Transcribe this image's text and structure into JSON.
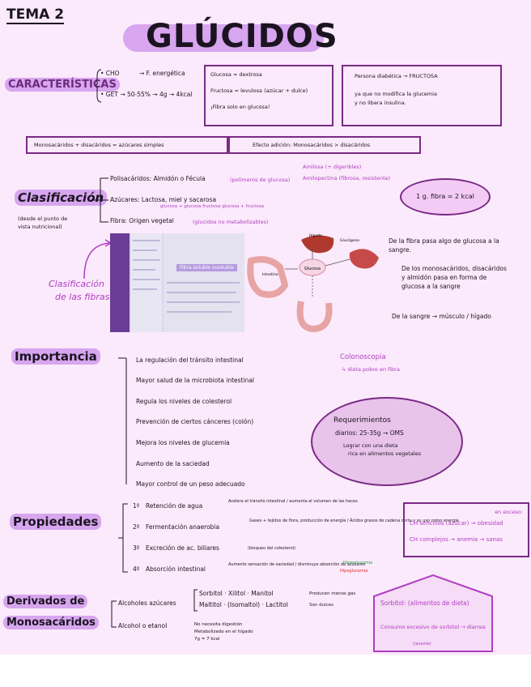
{
  "header": {
    "tema": "TEMA 2",
    "title": "GLÚCIDOS"
  },
  "caracteristicas": {
    "label": "CARACTERÍSTICAS",
    "line1": "• CHO",
    "line1b": "→ F. energética",
    "line2": "• GET → 50-55% → 4g → 4kcal",
    "box1": [
      "Glucosa = dextrosa",
      "Fructosa = levulosa (azúcar + dulce)",
      "¡Fibra solo en glucosa!"
    ],
    "box2": [
      "Persona diabética → FRUCTOSA",
      "ya que no modifica la glucemia",
      "y no libera insulina."
    ]
  },
  "mono_box": "Monosacáridos + disacáridos = azúcares simples",
  "ejecto_box": "Efecto adición: Monosacáridos > disacáridos",
  "clasificacion": {
    "label": "Clasificación",
    "sub": [
      "(desde el punto de",
      "vista nutricional)"
    ],
    "items": [
      {
        "text": "Polisacáridos: Almidón o Fécula",
        "note": "(polímeros de glucosa)"
      },
      {
        "text": "Azúcares: Lactosa, miel y sacarosa",
        "note": "glucosa + glucosa   fructosa   glucosa + fructosa"
      },
      {
        "text": "Fibra: Origen vegetal",
        "note": "(glucidos no metabolizables)"
      }
    ],
    "amilo1": "Amilosa (+ digeribles)",
    "amilo2": "Amilopectina (fibrosa, resistente)",
    "circle": "1 g. fibra = 2 kcal",
    "fibras": [
      "Clasificación",
      "de las fibras"
    ],
    "table_title": "Fibra soluble insoluble",
    "diagram": {
      "liver": "Hígado",
      "glucose": "Glucosa",
      "glycogen": "Glucógeno",
      "intestine": "Intestino"
    },
    "arrows": [
      "De la fibra pasa algo de glucosa a la sangre.",
      "De los monosacáridos, disacáridos y almidón pasa en forma de glucosa a la sangre",
      "De la sangre → músculo / hígado"
    ]
  },
  "importancia": {
    "label": "Importancia",
    "items": [
      "La regulación del tránsito intestinal",
      "Mayor salud de la microbiota intestinal",
      "Regula los niveles de colesterol",
      "Prevención de ciertos cánceres (colón)",
      "Mejora los niveles de glucemia",
      "Aumento de la saciedad",
      "Mayor control de un peso adecuado"
    ],
    "colono": [
      "Colonoscopia",
      "↳ dieta pobre en fibra"
    ],
    "req": [
      "Requerimientos",
      "diarios: 25-35g → OMS",
      "Lograr con una dieta",
      "rica en alimentos vegetales"
    ]
  },
  "propiedades": {
    "label": "Propiedades",
    "items": [
      {
        "n": "1º",
        "text": "Retención de agua",
        "note": "Acelera el tránsito intestinal / aumenta el volumen de las heces"
      },
      {
        "n": "2º",
        "text": "Fermentación anaerobia",
        "note": "Gases + tejidos de flora, producción de energía / Ácidos grasos de cadena corta y su uso como energía"
      },
      {
        "n": "3º",
        "text": "Excreción de ac. biliares",
        "note": "(bloqueo del colesterol)"
      },
      {
        "n": "4º",
        "text": "Absorción intestinal",
        "note": "Aumento sensación de saciedad / disminuye absorción de azúcares"
      }
    ],
    "tag1": "Hiperglucemia",
    "tag2": "Hipoglucemia",
    "box": [
      "en exceso:",
      "CH sencillos (azúcar) → obesidad",
      "CH complejos → anemia → sanas"
    ]
  },
  "derivados": {
    "label": [
      "Derivados de",
      "Monosacáridos"
    ],
    "alcoholes": "Alcoholes azúcares",
    "alc_items": [
      "Sorbitol · Xilitol · Manitol",
      "Maltitol · (Isomaltol) · Lactitol"
    ],
    "alc_note": [
      "Producen menos gas",
      "Son dulces"
    ],
    "etanol": "Alcohol o etanol",
    "etanol_note": [
      "No necesita digestión",
      "Metabolizado en el hígado",
      "7g = 7 kcal"
    ],
    "house": [
      "Sorbitol: (alimentos de dieta)",
      "Consumo excesivo de sorbitol → diarrea",
      "(laxante)"
    ]
  },
  "colors": {
    "accent": "#7a2a86",
    "highlight": "#d7a6ef",
    "bg": "#fbeafb"
  }
}
